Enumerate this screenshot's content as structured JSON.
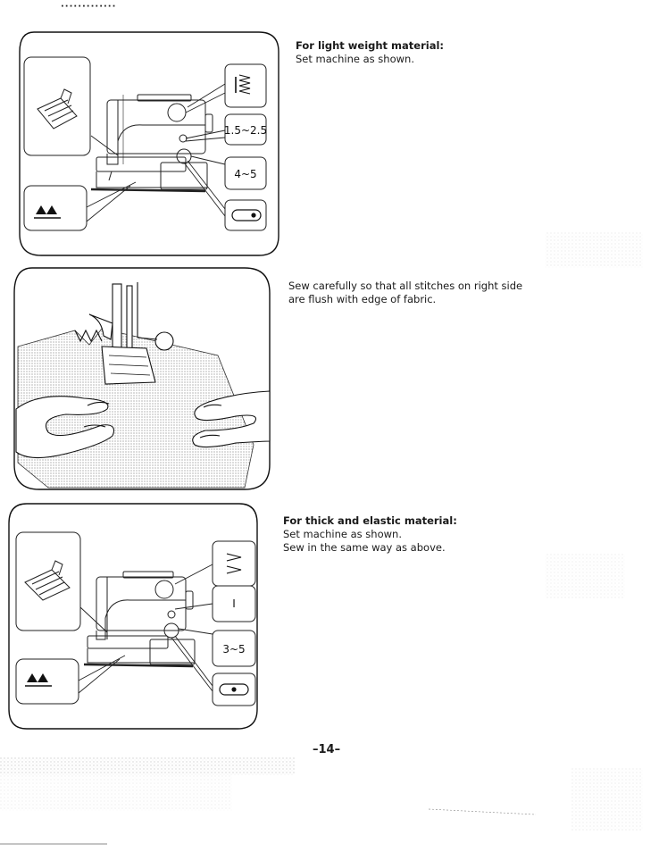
{
  "header": {
    "fragment": "·············"
  },
  "sections": [
    {
      "heading": "For light weight material:",
      "lines": [
        "Set machine as shown."
      ],
      "settings": {
        "stitch_length": "1.5~2.5",
        "width": "4~5"
      }
    },
    {
      "heading": "",
      "lines": [
        "Sew carefully so that all stitches on right side",
        "are flush with edge of fabric."
      ]
    },
    {
      "heading": "For thick and elastic material:",
      "lines": [
        "Set machine as shown.",
        "Sew in the same way as above."
      ],
      "settings": {
        "stitch_length": "I",
        "width": "3~5"
      }
    }
  ],
  "footer": {
    "page_number": "–14–"
  }
}
